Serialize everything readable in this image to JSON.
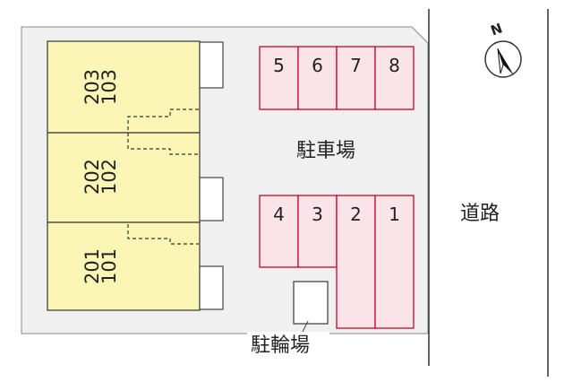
{
  "buildings": [
    {
      "upper": "203",
      "lower": "103"
    },
    {
      "upper": "202",
      "lower": "102"
    },
    {
      "upper": "201",
      "lower": "101"
    }
  ],
  "parking_label": "駐車場",
  "bicycle_label": "駐輪場",
  "road_label": "道路",
  "compass_letter": "N",
  "parking_top": [
    "5",
    "6",
    "7",
    "8"
  ],
  "parking_bottom": [
    "4",
    "3",
    "2",
    "1"
  ],
  "colors": {
    "lot": "#f0f0f0",
    "building_fill": "#fbf6b6",
    "parking_fill": "#fbe3ea",
    "parking_stroke": "#c8183a"
  }
}
